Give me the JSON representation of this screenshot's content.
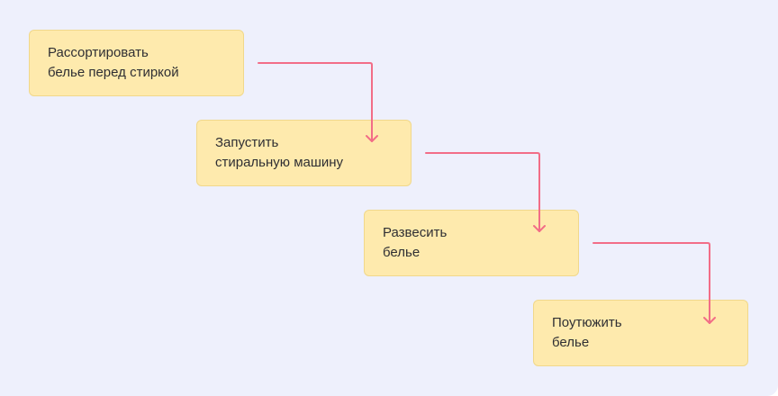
{
  "diagram": {
    "type": "flowchart-staircase",
    "colors": {
      "background": "#eef0fc",
      "box_fill": "#feeaad",
      "box_border": "#f1d88b",
      "text": "#2f2f33",
      "arrow": "#f26d87"
    },
    "steps": [
      {
        "id": "sort",
        "lines": [
          "Рассортировать",
          "белье перед стиркой"
        ]
      },
      {
        "id": "start-washer",
        "lines": [
          "Запустить",
          "стиральную машину"
        ]
      },
      {
        "id": "hang",
        "lines": [
          "Развесить",
          "белье"
        ]
      },
      {
        "id": "iron",
        "lines": [
          "Поутюжить",
          "белье"
        ]
      }
    ],
    "connections": [
      {
        "from": "sort",
        "to": "start-washer"
      },
      {
        "from": "start-washer",
        "to": "hang"
      },
      {
        "from": "hang",
        "to": "iron"
      }
    ]
  }
}
